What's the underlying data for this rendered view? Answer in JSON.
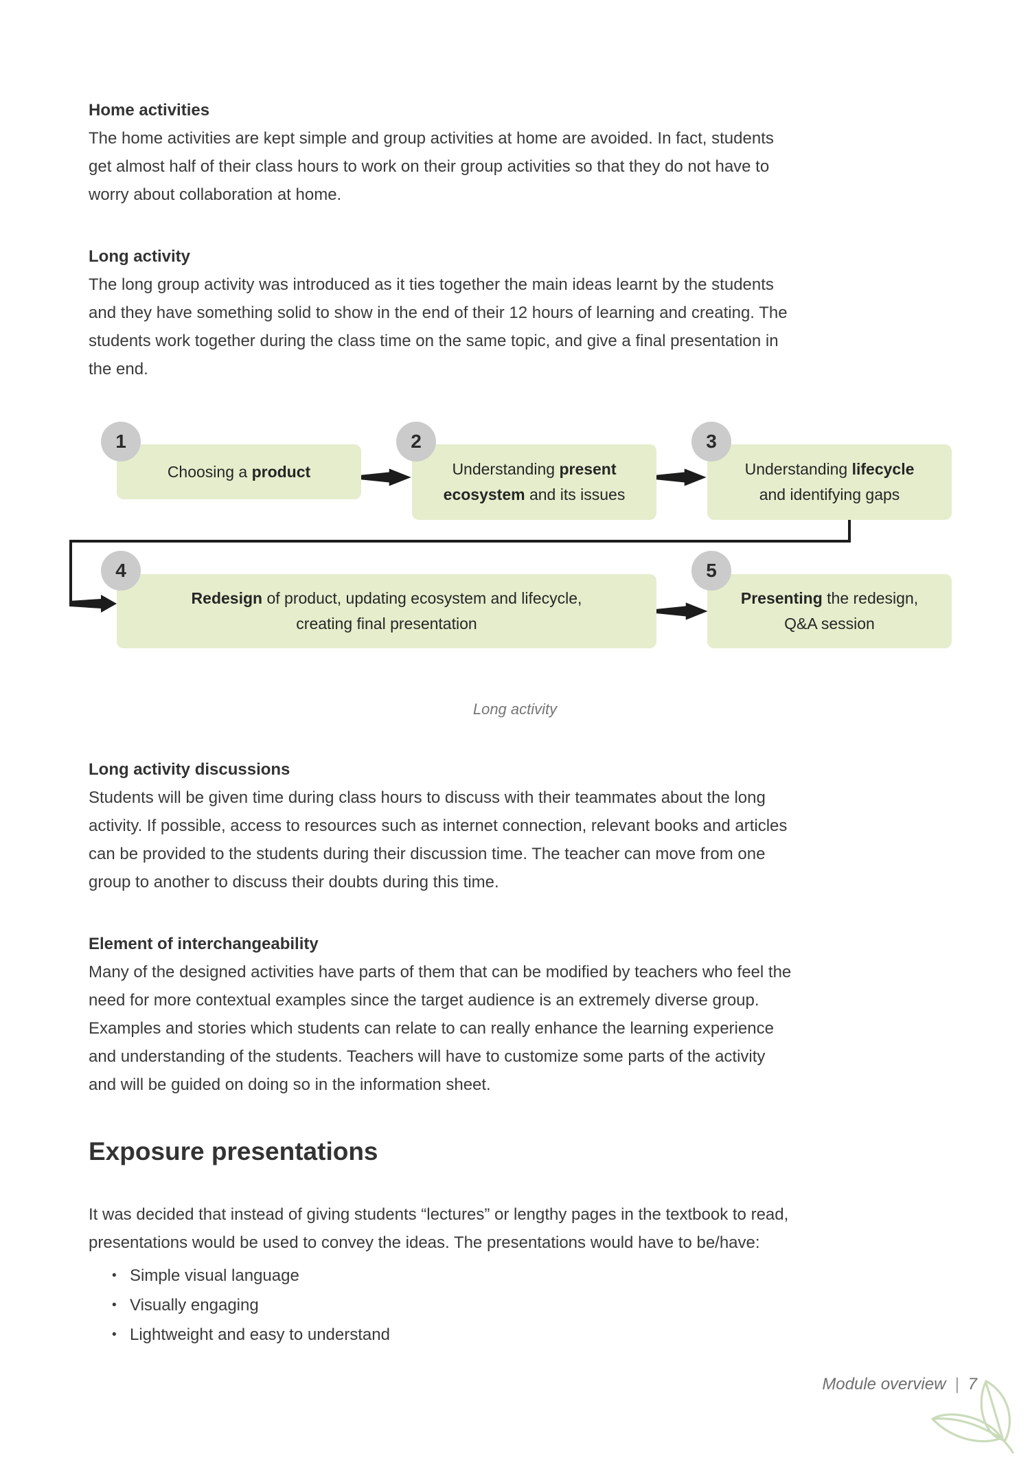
{
  "page": {
    "sections": {
      "home": {
        "heading": "Home activities",
        "body": "The home activities are kept simple and group activities at home are avoided. In fact, students\nget almost half of their class hours to work on their group activities so that they do not have to\nworry about collaboration at home."
      },
      "long": {
        "heading": "Long activity",
        "body": "The long group activity was introduced as it ties together the main ideas learnt by the students\nand they have something solid to show in the end of their 12 hours of learning and creating. The\nstudents work together during the class time on the same topic, and give a final presentation in\nthe end."
      },
      "discussions": {
        "heading": "Long activity discussions",
        "body": "Students will be given time during class hours to discuss with their teammates about the long\nactivity. If possible, access to resources such as internet connection, relevant books and articles\ncan be provided to the students during their discussion time. The teacher can move from one\ngroup to another to discuss their doubts during this time."
      },
      "interchangeability": {
        "heading": "Element of interchangeability",
        "body": "Many of the designed activities have parts of them that can be modified by teachers who feel the\nneed for more contextual examples since the target audience is an extremely diverse group.\nExamples and stories which students can relate to can really enhance the learning experience\nand understanding of the students. Teachers will have to customize some parts of the activity\nand will be guided on doing so in the information sheet."
      },
      "exposure": {
        "heading": "Exposure presentations",
        "body": "It was decided that instead of giving students “lectures” or lengthy pages in the textbook to read,\npresentations would be used to convey the ideas. The presentations would have to be/have:",
        "bullets": [
          "Simple visual language",
          "Visually engaging",
          "Lightweight and easy to understand"
        ],
        "bullet_glyph": "•"
      }
    },
    "diagram": {
      "caption": "Long activity",
      "steps": [
        {
          "number": "1",
          "pre": "Choosing a ",
          "bold": "product",
          "post": ""
        },
        {
          "number": "2",
          "pre": "Understanding ",
          "bold": "present\necosystem",
          "post": " and its issues"
        },
        {
          "number": "3",
          "pre": "Understanding ",
          "bold": "lifecycle",
          "post": "\nand identifying gaps"
        },
        {
          "number": "4",
          "pre": "",
          "bold": "Redesign",
          "post": " of product, updating ecosystem and lifecycle,\ncreating final presentation"
        },
        {
          "number": "5",
          "pre": "",
          "bold": "Presenting",
          "post": " the redesign,\nQ&A session"
        }
      ]
    },
    "footer": {
      "label": "Module overview",
      "separator": "|",
      "page_number": "7"
    },
    "colors": {
      "box_green": "#e5edcc",
      "circle_gray": "#cbcbcb",
      "text_dark": "#3a3a3a",
      "muted_gray": "#757575",
      "leaf_green": "#cadbba",
      "arrow_black": "#1c1c1c"
    }
  }
}
